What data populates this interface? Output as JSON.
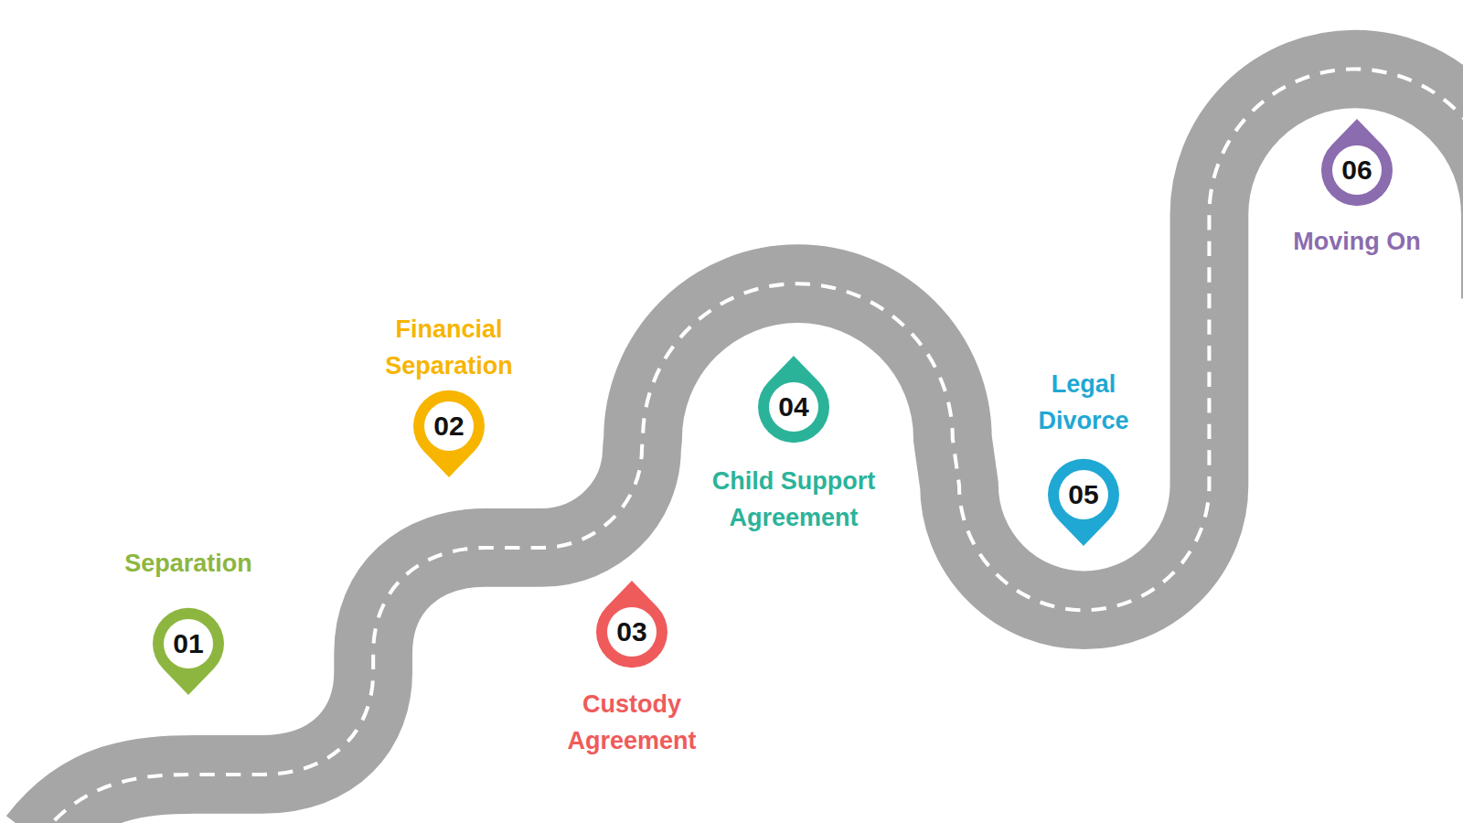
{
  "diagram": {
    "nodes": [
      {
        "text": [
          "01",
          "Separation"
        ]
      },
      {
        "text": [
          "02",
          "Financial Separation"
        ]
      },
      {
        "text": [
          "03",
          "Custody Agreement"
        ]
      },
      {
        "text": [
          "04",
          "Child Support Agreement"
        ]
      },
      {
        "text": [
          "05",
          "Legal Divorce"
        ]
      },
      {
        "text": [
          "06",
          "Moving On"
        ]
      }
    ]
  }
}
